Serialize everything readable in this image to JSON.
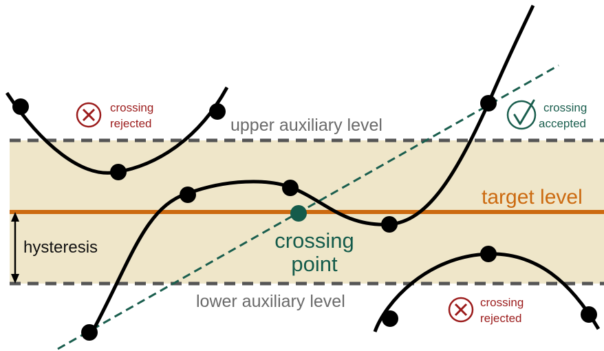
{
  "labels": {
    "upper_level": "upper auxiliary level",
    "lower_level": "lower auxiliary level",
    "target_level": "target level",
    "hysteresis": "hysteresis",
    "crossing_point_line1": "crossing",
    "crossing_point_line2": "point"
  },
  "badges": {
    "rejected_top": {
      "line1": "crossing",
      "line2": "rejected",
      "icon": "cross-circle-icon"
    },
    "accepted": {
      "line1": "crossing",
      "line2": "accepted",
      "icon": "check-circle-icon"
    },
    "rejected_bottom": {
      "line1": "crossing",
      "line2": "rejected",
      "icon": "cross-circle-icon"
    }
  },
  "colors": {
    "band_fill": "#efe6c9",
    "target_line": "#cc6a10",
    "aux_lines": "#555555",
    "curves": "#000000",
    "crossing_point": "#145b4b",
    "trend_line": "#1a5e4e",
    "rejected": "#9b1b1b",
    "accepted": "#1a5e4e"
  }
}
